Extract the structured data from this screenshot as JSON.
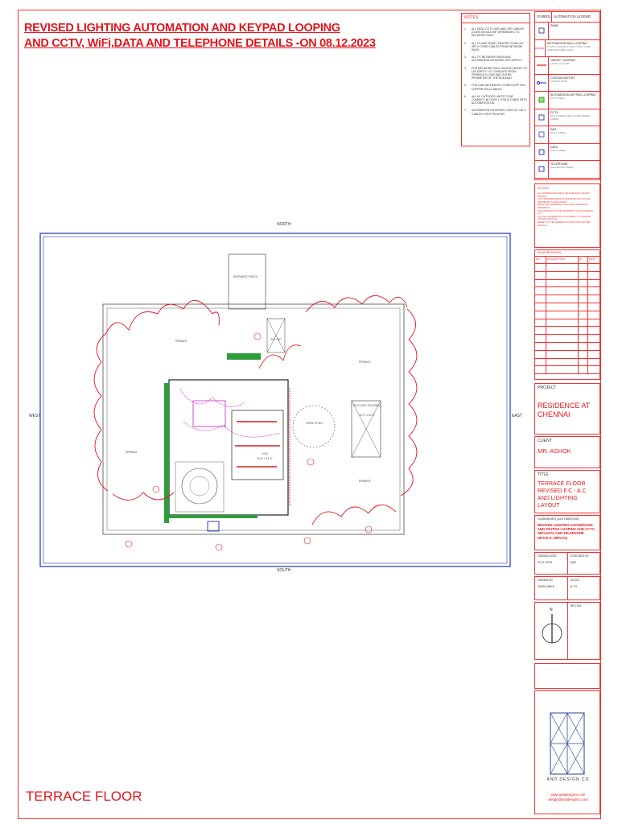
{
  "header": {
    "line1": "REVISED LIGHTING AUTOMATION AND KEYPAD LOOPING",
    "line2": "AND CCTV, WiFi,DATA AND TELEPHONE DETAILS -ON  08.12.2023"
  },
  "notes": {
    "title": "NOTES",
    "items": [
      {
        "n": "1.",
        "text": "ALL DATA, CCTV, WiFi AND VDP CABLES (CAT6) SHOULD BE TERMINATED TO NETWORK RACK."
      },
      {
        "n": "2.",
        "text": "ALL TV AND HOME THEATRE TO BE LAY 3PC 6 CORE CABLES FROM NETWORK RACK."
      },
      {
        "n": "3.",
        "text": "ALL TV, NETWORK RACK AND AUTOMATION DB NEEDS UPS SUPPLY."
      },
      {
        "n": "4.",
        "text": "FOR NETWORK RACK SHOULD NEEDS TO LAY EMPTY 1.5\" CONDUITS FROM TERRACE FLOOR AND OUTER PERIMETER OF THE BUILDING."
      },
      {
        "n": "5.",
        "text": "FOR CAM 360 NEEDS 4 CORE/CCPR FULL COPPER RG-6 CABLES."
      },
      {
        "n": "6.",
        "text": "ALL AC OUTDOOR UNITS TO BE CONNECT @ CORE 1.5 SQ.M CABLE WITH AUTOMATION DB."
      },
      {
        "n": "7.",
        "text": "AUTOMATION DB NEEDS 2 NOS OF CAT 6 CABLES FOR IP ROUTER."
      }
    ]
  },
  "legend": {
    "col_symbol": "SYMBOL",
    "col_title": "AUTOMATION LEGEND",
    "rows": [
      {
        "title": "SHAB",
        "sub": ""
      },
      {
        "title": "AUTOMATION DALI LOOPING",
        "sub": "1 NOS 1.5 SQ.MM (LOAD) 1 NOS 2 CORE SHIELDED CABLE (DALI)"
      },
      {
        "title": "ON/OFF LOOPING",
        "sub": "1 NOS 1.5 SQ.MM"
      },
      {
        "title": "CURTAIN MOTOR",
        "sub": "CURTAIN POINT"
      },
      {
        "title": "AUTOMATION KEYPAD LOOPING",
        "sub": "CAT 6 CABLE"
      },
      {
        "title": "CCTV",
        "sub": "(CAT 6 CABLE WITH 2 CORE POWER CABLE)"
      },
      {
        "title": "WiFi",
        "sub": "(CAT 6 CABLE)"
      },
      {
        "title": "DATA",
        "sub": "(CAT 6 CABLE)"
      },
      {
        "title": "TELEPHONE",
        "sub": "(TELEPHONE CABLE)"
      }
    ]
  },
  "general_notes": {
    "title": "NOTES",
    "lines": [
      "ALL DIMENSIONS ARE IN MILLIMETERS UNLESS STATED.",
      "ANY DISCREPANCIES IN DRAWINGS SHOULD BE REPORTED TO ARCHITECT.",
      "READ THIS DRAWING ALONG WITH RELEVANT DRAWINGS.",
      "THIS DRAWING IS THE PROPERTY OF AND DESIGN CO.",
      "ALL THE INFORMATION IS SUBJECT TO CHANGE WITHOUT NOTICE.",
      "REFER TO THE GENERAL NOTES FOR FURTHER DETAILS."
    ]
  },
  "revisions": {
    "title": "ISSUE/REVISION",
    "cols": [
      "NO.",
      "DESCRIPTION",
      "BY",
      "DATE"
    ]
  },
  "title_block": {
    "project_label": "PROJECT",
    "project": "RESIDENCE AT CHENNAI",
    "client_label": "CLIENT",
    "client": "MR. ASHOK",
    "title_label": "TITLE",
    "title": "TERRACE FLOOR REVISED F.C - A.C AND LIGHTING LAYOUT",
    "summary_label": "SUMMARIES (AUTOMATION)",
    "summary": "REVISED LIGHTING AUTOMATION AND KEYPAD LOOPING AND CCTV, WiFi,DATA AND TELEPHONE DETAILS. (REV-01)",
    "drawn_date_label": "DRAWN DATE",
    "drawn_date": "20-11-2023",
    "checked_by_label": "CHECKED BY",
    "checked_by": "AND",
    "drawn_by_label": "DRAWN BY",
    "drawn_by": "TAMILSHIKA",
    "scale_label": "SCALE",
    "scale": "N.T.S.",
    "north": "N",
    "rev_no_label": "REV NO."
  },
  "brand": {
    "name": "AND DESIGN CO",
    "website": "www.anddesignco.com",
    "email": "design@anddesignco.com"
  },
  "plan": {
    "north": "NORTH",
    "south": "SOUTH",
    "east": "EAST",
    "west": "WEST",
    "terrace": "TERRACE",
    "entrance": "ENTRANCE PORCH",
    "gym": "GYM",
    "gym_dim": "20'-0\" x 14'-0\"",
    "cutout": "CUT OUT",
    "open_to_sky": "OPEN TO SKY",
    "skylight": "SKY LIGHT (GLAZING)",
    "skylight_dim": "10'-0\" x 10'-0\""
  },
  "sheet": {
    "floor_label": "TERRACE FLOOR"
  }
}
